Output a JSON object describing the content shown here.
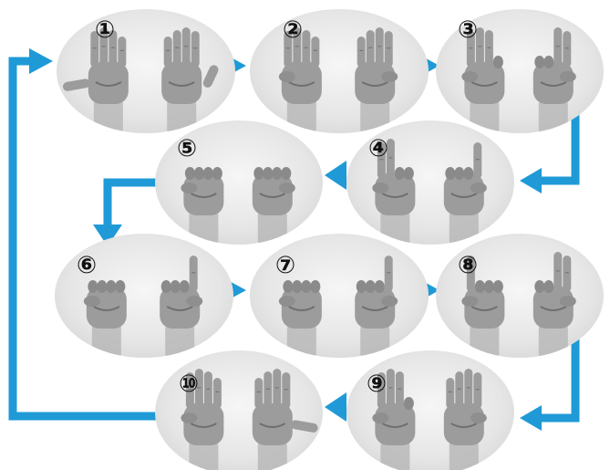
{
  "steps": [
    {
      "id": "1",
      "label": "①",
      "left": "open-hand-thumb-out",
      "right": "open-hand"
    },
    {
      "id": "2",
      "label": "②",
      "left": "open-hand-thumb-folded",
      "right": "four-fingers"
    },
    {
      "id": "3",
      "label": "③",
      "left": "three-fingers",
      "right": "two-fingers"
    },
    {
      "id": "4",
      "label": "④",
      "left": "two-fingers",
      "right": "one-finger"
    },
    {
      "id": "5",
      "label": "⑤",
      "left": "fist",
      "right": "fist"
    },
    {
      "id": "6",
      "label": "⑥",
      "left": "fist",
      "right": "one-finger"
    },
    {
      "id": "7",
      "label": "⑦",
      "left": "fist",
      "right": "one-finger"
    },
    {
      "id": "8",
      "label": "⑧",
      "left": "one-finger",
      "right": "two-fingers"
    },
    {
      "id": "9",
      "label": "⑨",
      "left": "three-fingers",
      "right": "four-fingers"
    },
    {
      "id": "10",
      "label": "⑩",
      "left": "four-fingers",
      "right": "open-hand-thumb-out"
    }
  ],
  "colors": {
    "arrow": "#1f9ad6",
    "photo_bg": "#e3e3e3",
    "hand": "#9c9c9c",
    "hand_shadow": "#6f6f6f"
  }
}
